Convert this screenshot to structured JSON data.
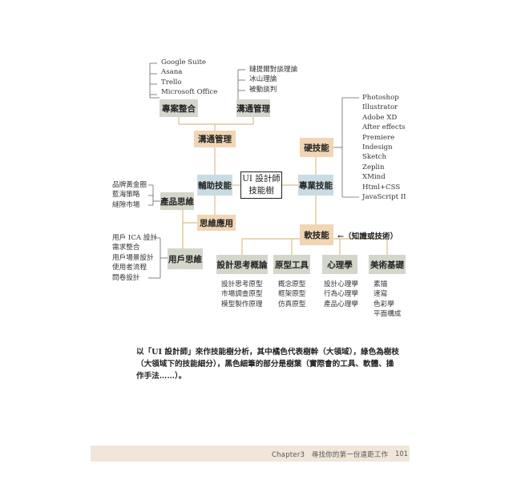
{
  "center": {
    "line1": "UI 設計師",
    "line2": "技能樹"
  },
  "nodes": {
    "auxiliary_skills": "輔助技能",
    "professional_skills": "專業技能",
    "communication_mgmt": "溝通管理",
    "project_integration": "專案整合",
    "communication_mgmt_sub": "溝通管理",
    "product_thinking": "產品思維",
    "thinking_application": "思維應用",
    "user_thinking": "用戶思維",
    "hard_skills": "硬技能",
    "soft_skills": "軟技能",
    "design_thinking": "設計思考概論",
    "prototype_tools": "原型工具",
    "psychology": "心理學",
    "art_basics": "美術基礎"
  },
  "soft_skills_note": "←（知識或技術）",
  "leaves": {
    "project_tools": [
      "Google Suite",
      "Asana",
      "Trello",
      "Microsoft Office"
    ],
    "communication_theory": [
      "鏈提爾對談理論",
      "冰山理論",
      "被動談判"
    ],
    "hard_skill_tools": [
      "Photoshop",
      "Illustrator",
      " Adobe XD",
      "After effects",
      "Premiere",
      "Indesign",
      "Sketch",
      "Zeplin",
      "XMind",
      "Html+CSS",
      "JavaScript II"
    ],
    "product_items": [
      "品牌黃金圈",
      "藍海策略",
      "縫隙市場"
    ],
    "user_items": [
      "用戶 ICA 設計",
      "需求整合",
      "用戶場景設計",
      "使用者流程",
      "問卷設計"
    ],
    "design_thinking_items": [
      "設計思考原型",
      "市場調查原型",
      "模型製作原理"
    ],
    "prototype_items": [
      "概念原型",
      "框架原型",
      "仿真原型"
    ],
    "psychology_items": [
      "設計心理學",
      "行為心理學",
      "產品心理學"
    ],
    "art_items": [
      "素描",
      "速寫",
      "色彩學",
      "平面構成"
    ]
  },
  "caption": "以「UI 設計師」來作技能樹分析，其中橘色代表樹幹（大領域），綠色為樹枝（大領域下的技能細分），黑色細筆的部分是樹葉（實際會的工具、軟體、操作手法……）。",
  "footer": {
    "chapter": "Chapter3　尋找你的第一份遠距工作",
    "page": "101"
  },
  "colors": {
    "sage": "#d3d6cb",
    "blue": "#c9dce3",
    "peach": "#f1d5b4",
    "line": "#e2c79a",
    "leaf_line": "#666666"
  }
}
